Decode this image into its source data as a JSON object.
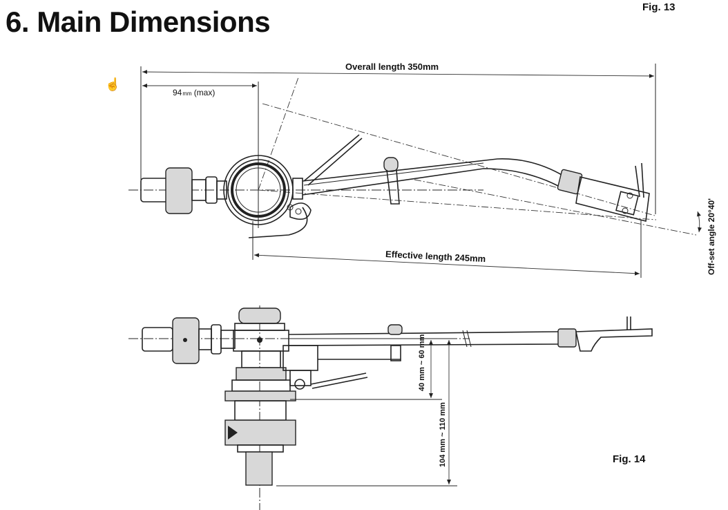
{
  "page": {
    "heading": "6. Main Dimensions"
  },
  "figures": {
    "fig13": {
      "label": "Fig. 13",
      "overall_length": "Overall length 350mm",
      "rear_overhang_value": "94",
      "rear_overhang_unit": "mm",
      "rear_overhang_suffix": "(max)",
      "effective_length": "Effective length 245mm",
      "offset_angle": "Off-set angle 20°40'"
    },
    "fig14": {
      "label": "Fig. 14",
      "arm_height_range": "40 mm ~ 60 mm",
      "mounting_depth_range": "104 mm ~ 110 mm"
    }
  },
  "cursor": {
    "icon": "hand-pointer-icon"
  }
}
